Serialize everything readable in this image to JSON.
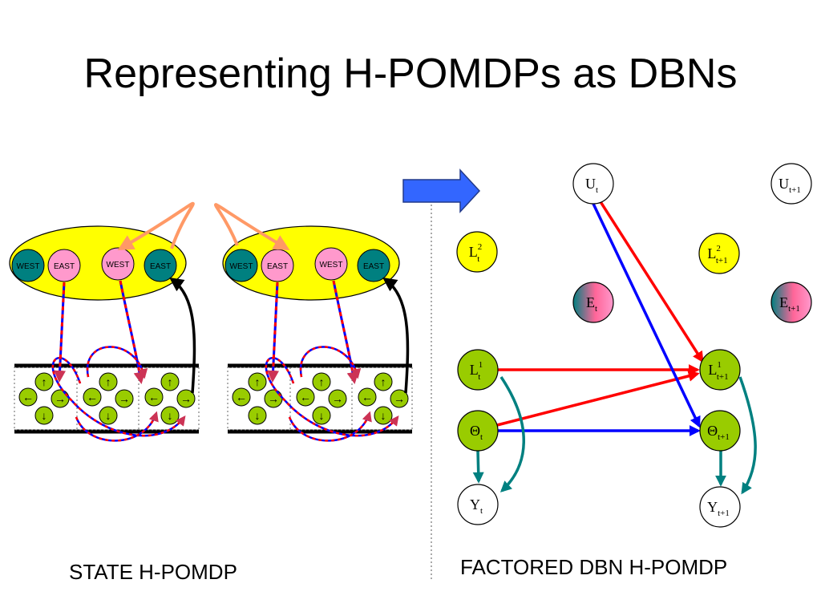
{
  "title": "Representing H-POMDPs as DBNs",
  "captions": {
    "left": "STATE H-POMDP",
    "right": "FACTORED DBN H-POMDP"
  },
  "state_hpomdp": {
    "abstract_state_labels": [
      "WEST",
      "EAST",
      "WEST",
      "EAST"
    ],
    "primitive_action_glyphs": [
      "↑",
      "←",
      "→",
      "↓"
    ]
  },
  "dbn_nodes": [
    {
      "id": "U_t",
      "base": "U",
      "sub": "t",
      "sup": ""
    },
    {
      "id": "U_t1",
      "base": "U",
      "sub": "t+1",
      "sup": ""
    },
    {
      "id": "L2_t",
      "base": "L",
      "sub": "t",
      "sup": "2"
    },
    {
      "id": "L2_t1",
      "base": "L",
      "sub": "t+1",
      "sup": "2"
    },
    {
      "id": "E_t",
      "base": "E",
      "sub": "t",
      "sup": ""
    },
    {
      "id": "E_t1",
      "base": "E",
      "sub": "t+1",
      "sup": ""
    },
    {
      "id": "L1_t",
      "base": "L",
      "sub": "t",
      "sup": "1"
    },
    {
      "id": "L1_t1",
      "base": "L",
      "sub": "t+1",
      "sup": "1"
    },
    {
      "id": "Th_t",
      "base": "Θ",
      "sub": "t",
      "sup": ""
    },
    {
      "id": "Th_t1",
      "base": "Θ",
      "sub": "t+1",
      "sup": ""
    },
    {
      "id": "Y_t",
      "base": "Y",
      "sub": "t",
      "sup": ""
    },
    {
      "id": "Y_t1",
      "base": "Y",
      "sub": "t+1",
      "sup": ""
    }
  ],
  "colors": {
    "yellow_ellipse": "#ffff00",
    "teal_node": "#008080",
    "pink_node": "#ff99cc",
    "green_node": "#99cc00",
    "orange_arc": "#ff9966",
    "red_arrow": "#ff0000",
    "blue_arrow": "#0000ff",
    "teal_arrow": "#008080",
    "block_arrow": "#3366ff"
  }
}
